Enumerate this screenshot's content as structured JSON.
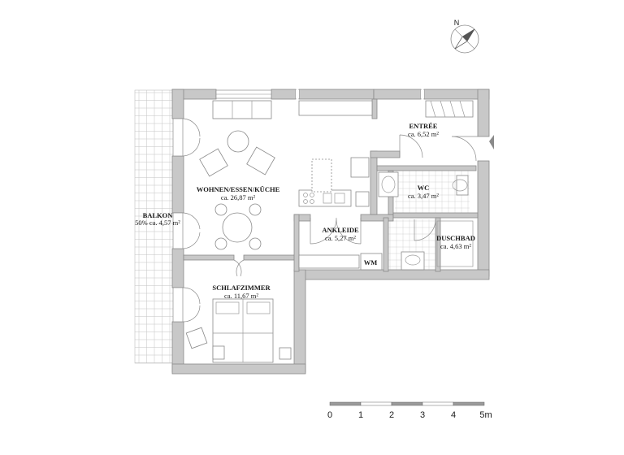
{
  "rooms": {
    "wohnen": {
      "name": "WOHNEN/ESSEN/KÜCHE",
      "area": "ca. 26,87 m²"
    },
    "entree": {
      "name": "ENTRÉE",
      "area": "ca. 6,52 m²"
    },
    "wc": {
      "name": "WC",
      "area": "ca. 3,47 m²"
    },
    "duschbad": {
      "name": "DUSCHBAD",
      "area": "ca. 4,63 m²"
    },
    "ankleide": {
      "name": "ANKLEIDE",
      "area": "ca. 5,27 m²"
    },
    "schlafzimmer": {
      "name": "SCHLAFZIMMER",
      "area": "ca. 11,67 m²"
    },
    "balkon": {
      "name": "BALKON",
      "area": "50% ca. 4,57 m²"
    }
  },
  "labels": {
    "wm": "WM"
  },
  "compass": {
    "north": "N"
  },
  "scale_bar": {
    "ticks": [
      "0",
      "1",
      "2",
      "3",
      "4",
      "5m"
    ]
  },
  "colors": {
    "wall": "#c8c8c8",
    "wall_edge": "#8a8a8a",
    "tile": "#bdbdbd"
  }
}
